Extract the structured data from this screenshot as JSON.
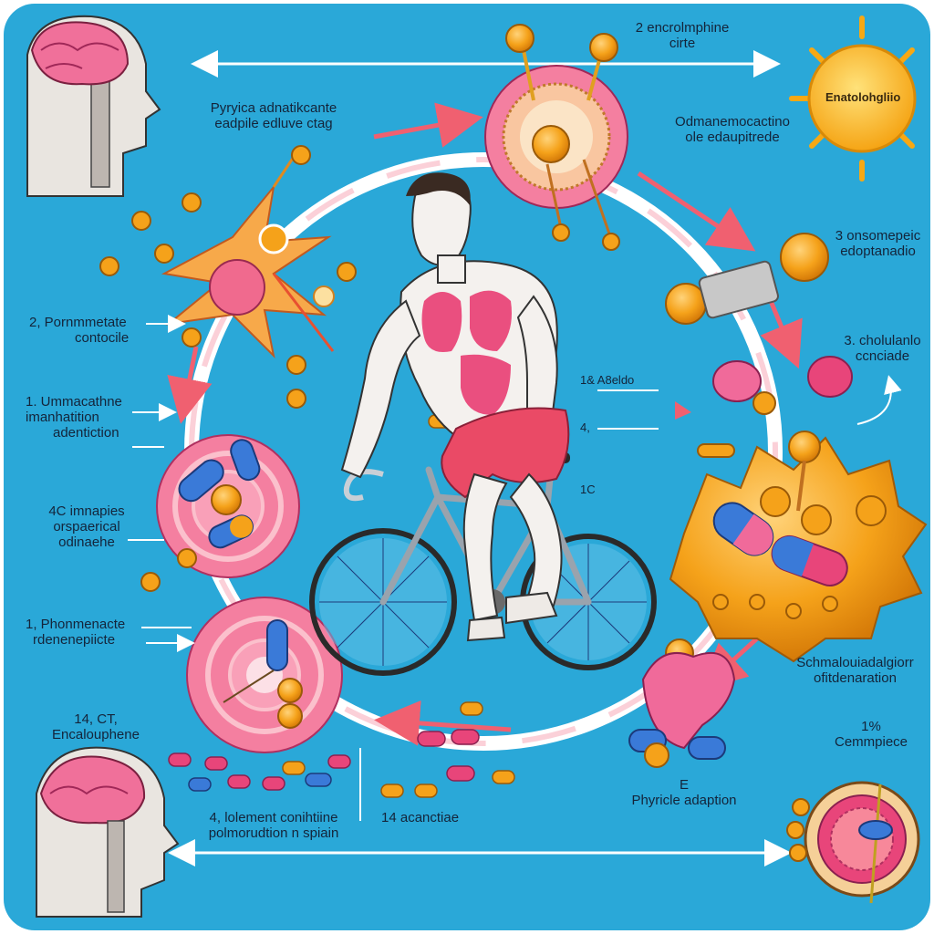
{
  "labels": {
    "top_center": [
      "2 encrolmphine",
      "cirte"
    ],
    "top_left": [
      "Pyryica adnatikcante",
      "eadpile edluve ctag"
    ],
    "sun": "Enatolohgliio",
    "top_right": [
      "Odmanemocactino",
      "ole edaupitrede"
    ],
    "right_1": [
      "3 onsomepeic",
      "edoptanadio"
    ],
    "right_2": [
      "3. cholulanlo",
      "ccnciade"
    ],
    "left_1": [
      "2, Pornmmetate",
      "contocile"
    ],
    "left_2": [
      "1. Ummacathne",
      "imanhatition",
      "adentiction"
    ],
    "left_3": [
      "4C imnapies",
      "orspaerical",
      "odinaehe"
    ],
    "left_4": [
      "1, Phonmenacte",
      "rdenenepiicte"
    ],
    "left_5": [
      "14, CT,",
      "Encalouphene"
    ],
    "center_1": "1& A8eldo",
    "center_2": "4,",
    "center_3": "1C",
    "right_3": [
      "Schmalouiadalgiorr",
      "ofitdenaration"
    ],
    "right_4": [
      "1%",
      "Cemmpiece"
    ],
    "bottom_center": [
      "E",
      "Phyricle adaption"
    ],
    "bottom_left": [
      "4, lolement conihtiine",
      "polmorudtion n spiain"
    ],
    "bottom_mid": "14 acanctiae"
  },
  "colors": {
    "background": "#2aa8d8",
    "arrow": "#f06070",
    "pink": "#f4789a",
    "orange": "#f5a21a",
    "capsule_blue": "#3a7ad8",
    "brain": "#f0709a",
    "sun": "#f7b820"
  },
  "icons": [
    "head-brain-icon",
    "neuron-icon",
    "receptor-cell-icon",
    "sun-icon",
    "connector-icon",
    "cyclist-icon",
    "capsule-icon",
    "heart-icon",
    "muscle-fiber-icon"
  ]
}
